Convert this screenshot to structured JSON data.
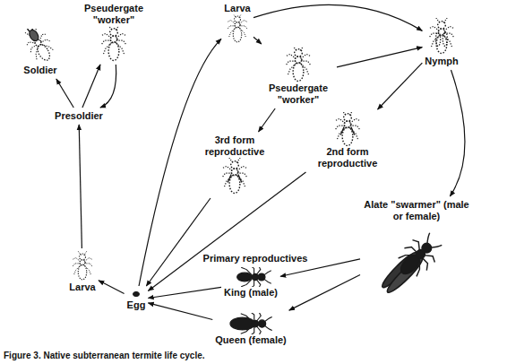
{
  "diagram": {
    "caption": "Figure 3. Native subterranean termite life cycle.",
    "nodes": [
      {
        "text": [
          "Pseudergate \"worker\""
        ]
      },
      {
        "text": [
          "Soldier"
        ]
      },
      {
        "text": [
          "Presoldier"
        ]
      },
      {
        "text": [
          "Larva"
        ]
      },
      {
        "text": [
          "Pseudergate \"worker\""
        ]
      },
      {
        "text": [
          "Nymph"
        ]
      },
      {
        "text": [
          "3rd form reproductive"
        ]
      },
      {
        "text": [
          "2nd form reproductive"
        ]
      },
      {
        "text": [
          "Alate \"swarmer\" (male or female)"
        ]
      },
      {
        "text": [
          "King (male)"
        ]
      },
      {
        "text": [
          "Queen (female)"
        ]
      },
      {
        "text": [
          "Egg"
        ]
      },
      {
        "text": [
          "Larva"
        ]
      }
    ],
    "edges": [
      {
        "from": 11,
        "to": 3,
        "arrow": "to"
      },
      {
        "from": 3,
        "to": 5,
        "arrow": "to"
      },
      {
        "from": 3,
        "to": 4,
        "arrow": "to"
      },
      {
        "from": 4,
        "to": 5,
        "arrow": "to"
      },
      {
        "from": 4,
        "to": 6,
        "arrow": "to"
      },
      {
        "from": 5,
        "to": 7,
        "arrow": "to"
      },
      {
        "from": 5,
        "to": 8,
        "arrow": "to"
      },
      {
        "from": 6,
        "to": 11,
        "arrow": "to"
      },
      {
        "from": 7,
        "to": 11,
        "arrow": "to"
      },
      {
        "from": 8,
        "to": 9,
        "arrow": "to"
      },
      {
        "from": 8,
        "to": 10,
        "arrow": "to"
      },
      {
        "from": 9,
        "to": 11,
        "arrow": "to"
      },
      {
        "from": 10,
        "to": 11,
        "arrow": "to"
      },
      {
        "from": 11,
        "to": 12,
        "arrow": "to"
      },
      {
        "from": 12,
        "to": 2,
        "arrow": "to"
      },
      {
        "from": 2,
        "to": 1,
        "arrow": "to"
      },
      {
        "from": 2,
        "to": 0,
        "arrow": "to"
      },
      {
        "from": 0,
        "to": 2,
        "arrow": "to"
      }
    ],
    "labels": [
      "Primary reproductives"
    ]
  }
}
